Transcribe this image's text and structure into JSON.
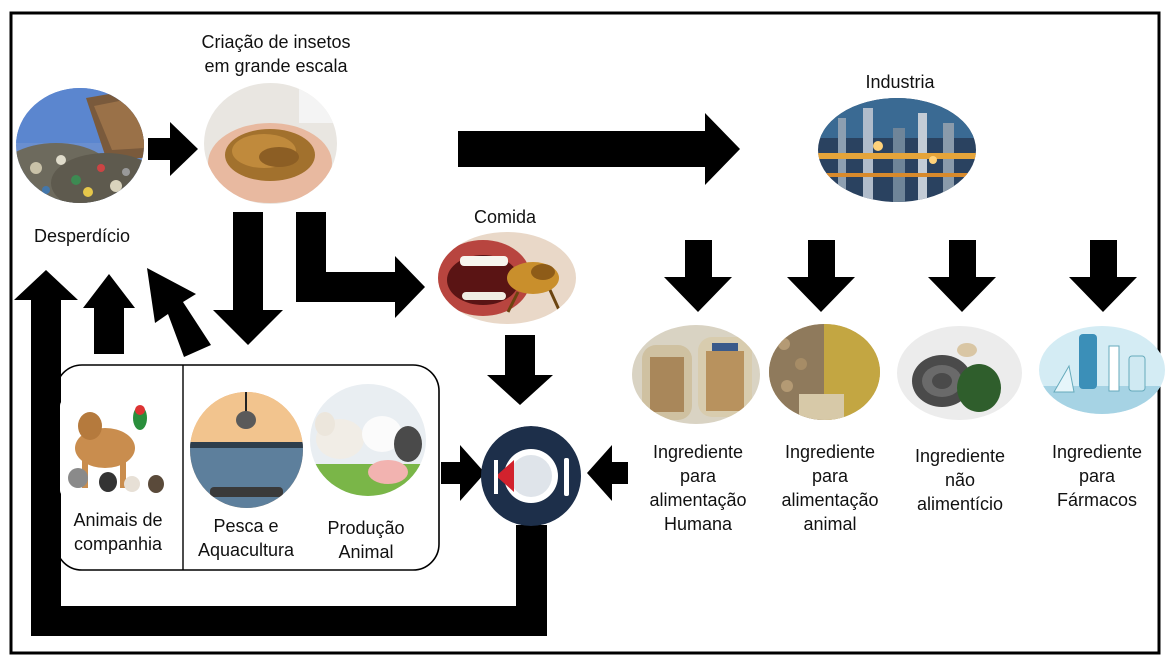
{
  "labels": {
    "insect_farming": [
      "Criação de insetos",
      "em grande escala"
    ],
    "waste": "Desperdício",
    "industry": "Industria",
    "food": "Comida",
    "pets": [
      "Animais de",
      "companhia"
    ],
    "fishing": [
      "Pesca e",
      "Aquacultura"
    ],
    "livestock": [
      "Produção",
      "Animal"
    ],
    "human_food_ingredient": [
      "Ingrediente",
      "para",
      "alimentação",
      "Humana"
    ],
    "animal_feed_ingredient": [
      "Ingrediente",
      "para",
      "alimentação",
      "animal"
    ],
    "non_food_ingredient": [
      "Ingrediente",
      "não",
      "alimentício"
    ],
    "pharma_ingredient": [
      "Ingrediente",
      "para",
      "Fármacos"
    ]
  },
  "colors": {
    "arrow": "#000000",
    "frame": "#000000",
    "plate_bg": "#1d2f4a",
    "plate": "#ffffff",
    "napkin": "#d2222d"
  }
}
